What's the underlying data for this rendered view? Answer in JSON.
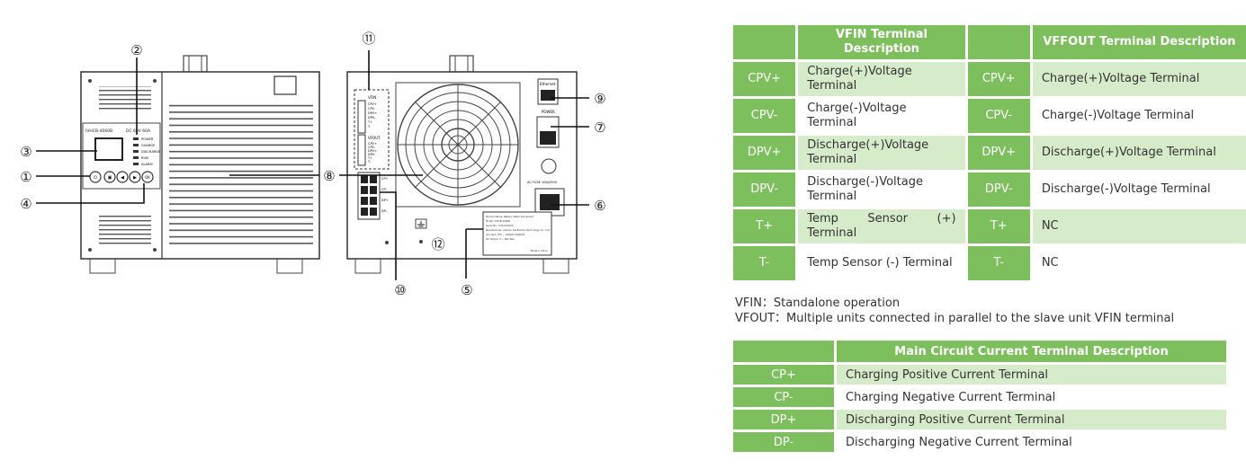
{
  "diagram": {
    "callouts": [
      "①",
      "②",
      "③",
      "④",
      "⑤",
      "⑥",
      "⑦",
      "⑧",
      "⑨",
      "⑩",
      "⑪",
      "⑫"
    ],
    "front_model": "IVHCB-4060B",
    "front_rating": "DC 60V 60A",
    "front_leds": [
      "POWER",
      "CHARGE",
      "DISCHARGE",
      "RUN",
      "ALARM"
    ],
    "front_buttons": [
      "⏻",
      "▣",
      "◀",
      "▶",
      "OK"
    ],
    "rear_fuse": "AC FUSE 10A/250V",
    "rear_power_label": "POWER",
    "rear_ethernet": "Ethernet",
    "rear_vfin": "VFIN",
    "rear_vfout": "VFOUT",
    "rear_vfin_pins": [
      "CPV+",
      "CPV-",
      "DPV+",
      "DPV-",
      "T+",
      "T-"
    ],
    "rear_vfout_pins": [
      "CPV+",
      "CPV-",
      "DPV+",
      "DPV-",
      "T+",
      "T-"
    ],
    "rear_terminals": [
      "CP+",
      "CP-",
      "DP+",
      "DP-"
    ],
    "nameplate_lines": [
      "Product Name: Battery Tester Equipment",
      "Model: IVHCB-4060B",
      "Serial No.: XXX-XXXXXX",
      "Manufacturer: Xiamen Intellivision Technology Co., Ltd.",
      "AC Input: 220 ~ 240VAC 50/60Hz",
      "DC Output: 0 ~ 60V 60A",
      "Made in China"
    ]
  },
  "vfin_table": {
    "header_vfin": "VFIN  Terminal Description",
    "header_vfout": "VFFOUT Terminal Description",
    "rows": [
      {
        "code_in": "CPV+",
        "desc_in": "Charge(+)Voltage Terminal",
        "code_out": "CPV+",
        "desc_out": "Charge(+)Voltage Terminal"
      },
      {
        "code_in": "CPV-",
        "desc_in": "Charge(-)Voltage Terminal",
        "code_out": "CPV-",
        "desc_out": "Charge(-)Voltage Terminal"
      },
      {
        "code_in": "DPV+",
        "desc_in": "Discharge(+)Voltage Terminal",
        "code_out": "DPV+",
        "desc_out": "Discharge(+)Voltage Terminal"
      },
      {
        "code_in": "DPV-",
        "desc_in": "Discharge(-)Voltage Terminal",
        "code_out": "DPV-",
        "desc_out": "Discharge(-)Voltage Terminal"
      },
      {
        "code_in": "T+",
        "desc_in": "Temp Sensor (+) Terminal",
        "code_out": "T+",
        "desc_out": "NC"
      },
      {
        "code_in": "T-",
        "desc_in": "Temp Sensor (-) Terminal",
        "code_out": "T-",
        "desc_out": "NC"
      }
    ]
  },
  "notes": {
    "vfin": "VFIN：Standalone operation",
    "vfout": "VFOUT：Multiple units connected in parallel to the slave unit VFIN terminal"
  },
  "main_table": {
    "header": "Main Circuit Current Terminal Description",
    "rows": [
      {
        "code": "CP+",
        "desc": "Charging Positive Current Terminal"
      },
      {
        "code": "CP-",
        "desc": "Charging Negative Current Terminal"
      },
      {
        "code": "DP+",
        "desc": "Discharging Positive Current Terminal"
      },
      {
        "code": "DP-",
        "desc": "Discharging Negative Current Terminal"
      }
    ]
  }
}
